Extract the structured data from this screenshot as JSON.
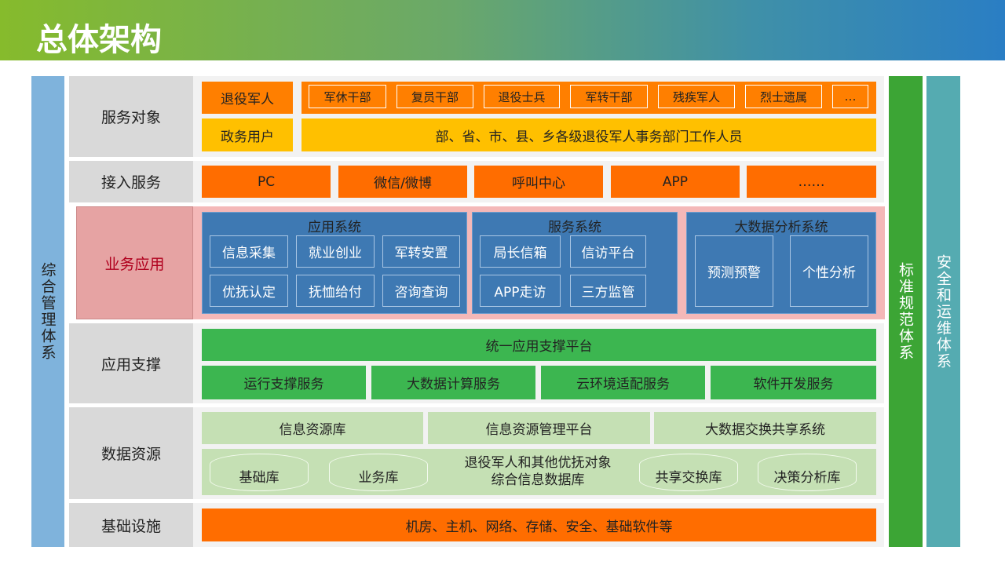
{
  "title": "总体架构",
  "left_column": "综合管理体系",
  "right_columns": [
    "标准规范体系",
    "安全和运维体系"
  ],
  "rows": {
    "service_targets": {
      "label": "服务对象",
      "veterans": "退役军人",
      "veteran_types": [
        "军休干部",
        "复员干部",
        "退役士兵",
        "军转干部",
        "残疾军人",
        "烈士遗属",
        "…"
      ],
      "gov_users": "政务用户",
      "gov_desc": "部、省、市、县、乡各级退役军人事务部门工作人员"
    },
    "access": {
      "label": "接入服务",
      "items": [
        "PC",
        "微信/微博",
        "呼叫中心",
        "APP",
        "……"
      ]
    },
    "business": {
      "label": "业务应用",
      "app_system": {
        "title": "应用系统",
        "items": [
          "信息采集",
          "就业创业",
          "军转安置",
          "优抚认定",
          "抚恤给付",
          "咨询查询"
        ]
      },
      "service_system": {
        "title": "服务系统",
        "items": [
          "局长信箱",
          "信访平台",
          "APP走访",
          "三方监管"
        ]
      },
      "bigdata_system": {
        "title": "大数据分析系统",
        "items": [
          "预测预警",
          "个性分析"
        ]
      }
    },
    "support": {
      "label": "应用支撑",
      "platform": "统一应用支撑平台",
      "items": [
        "运行支撑服务",
        "大数据计算服务",
        "云环境适配服务",
        "软件开发服务"
      ]
    },
    "data": {
      "label": "数据资源",
      "top": [
        "信息资源库",
        "信息资源管理平台",
        "大数据交换共享系统"
      ],
      "dbs": [
        "基础库",
        "业务库",
        "共享交换库",
        "决策分析库"
      ],
      "center_line1": "退役军人和其他优抚对象",
      "center_line2": "综合信息数据库"
    },
    "infra": {
      "label": "基础设施",
      "desc": "机房、主机、网络、存储、安全、基础软件等"
    }
  },
  "colors": {
    "orange": "#ff7f00",
    "yellow": "#ffc000",
    "blue": "#3e79b3",
    "green": "#3cb650",
    "light_green": "#c5e0b4",
    "pink": "#f4b8b8"
  }
}
